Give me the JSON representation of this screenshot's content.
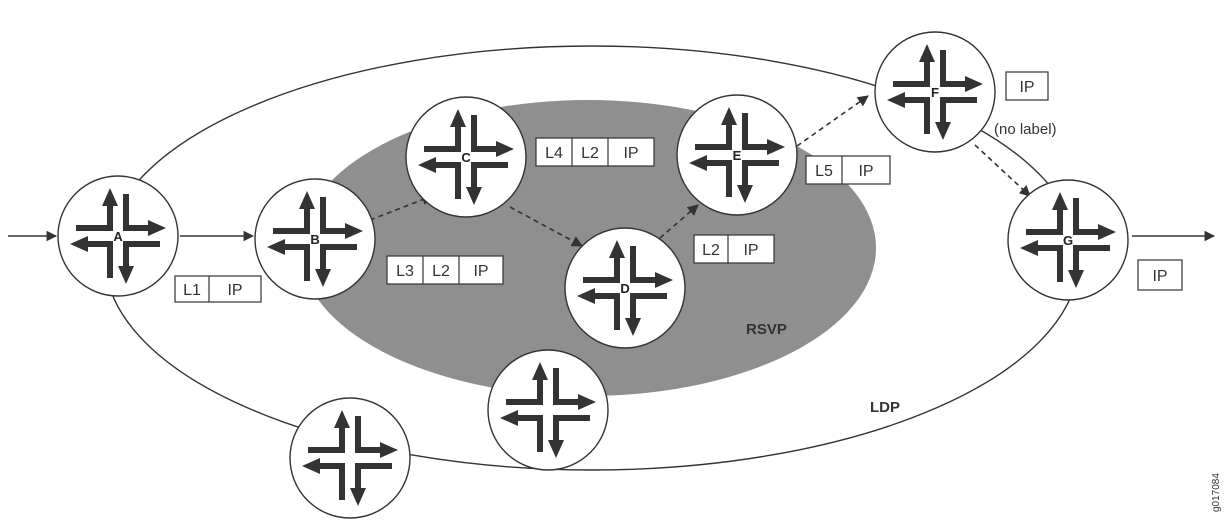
{
  "colors": {
    "line": "#333333",
    "glyph": "#333333",
    "rsvp_fill": "#8f8f8f",
    "router_fill": "#ffffff",
    "box_fill": "#ffffff"
  },
  "regions": {
    "rsvp": "RSVP",
    "ldp": "LDP"
  },
  "routers": {
    "a": "A",
    "b": "B",
    "c": "C",
    "d": "D",
    "e": "E",
    "f": "F",
    "g": "G",
    "unlabeled_1": "",
    "unlabeled_2": ""
  },
  "label_stacks": {
    "a_b": [
      "L1",
      "IP"
    ],
    "b_c": [
      "L3",
      "L2",
      "IP"
    ],
    "c_d": [
      "L4",
      "L2",
      "IP"
    ],
    "d_e": [
      "L2",
      "IP"
    ],
    "e_f": [
      "L5",
      "IP"
    ],
    "f_g": [
      "IP"
    ],
    "g_out": [
      "IP"
    ]
  },
  "annotations": {
    "no_label": "(no label)"
  },
  "figure_id": "g017084",
  "icons": {
    "router": "router-icon",
    "arrow": "arrow-icon"
  }
}
